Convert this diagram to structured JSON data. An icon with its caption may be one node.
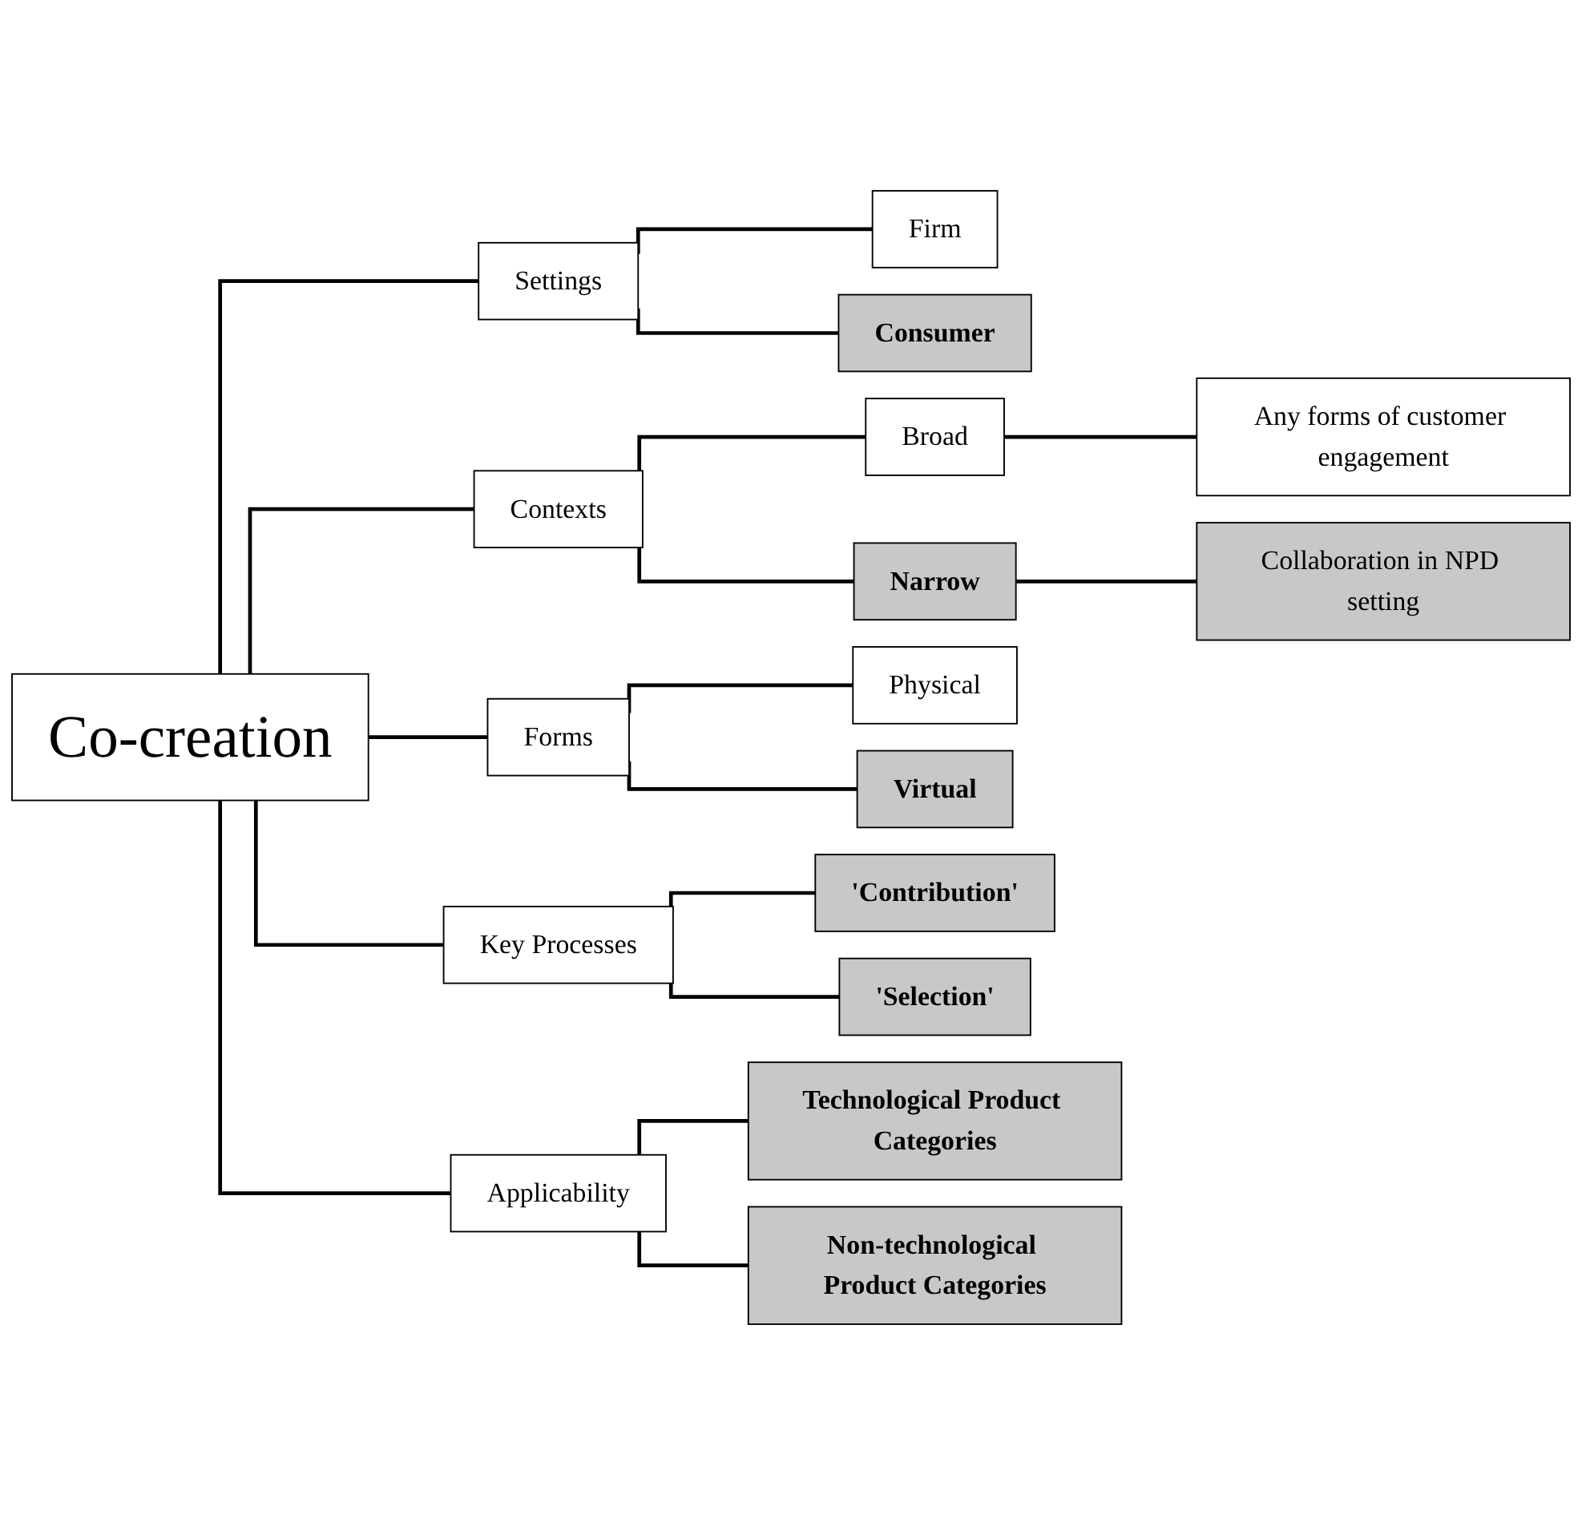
{
  "diagram": {
    "nodes": [
      {
        "text": [
          "Co-creation"
        ]
      },
      {
        "text": [
          "Settings"
        ]
      },
      {
        "text": [
          "Firm"
        ]
      },
      {
        "text": [
          "Consumer"
        ]
      },
      {
        "text": [
          "Contexts"
        ]
      },
      {
        "text": [
          "Broad"
        ]
      },
      {
        "text": [
          "Any forms of customer engagement"
        ]
      },
      {
        "text": [
          "Narrow"
        ]
      },
      {
        "text": [
          "Collaboration in NPD setting"
        ]
      },
      {
        "text": [
          "Forms"
        ]
      },
      {
        "text": [
          "Physical"
        ]
      },
      {
        "text": [
          "Virtual"
        ]
      },
      {
        "text": [
          "Key Processes"
        ]
      },
      {
        "text": [
          "'Contribution'"
        ]
      },
      {
        "text": [
          "'Selection'"
        ]
      },
      {
        "text": [
          "Applicability"
        ]
      },
      {
        "text": [
          "Technological Product Categories"
        ]
      },
      {
        "text": [
          "Non-technological Product Categories"
        ]
      }
    ],
    "edges": [
      {
        "from": 0,
        "to": 1,
        "arrow": "none"
      },
      {
        "from": 0,
        "to": 4,
        "arrow": "none"
      },
      {
        "from": 0,
        "to": 9,
        "arrow": "none"
      },
      {
        "from": 0,
        "to": 12,
        "arrow": "none"
      },
      {
        "from": 0,
        "to": 15,
        "arrow": "none"
      },
      {
        "from": 1,
        "to": 2,
        "arrow": "none"
      },
      {
        "from": 1,
        "to": 3,
        "arrow": "none"
      },
      {
        "from": 4,
        "to": 5,
        "arrow": "none"
      },
      {
        "from": 4,
        "to": 7,
        "arrow": "none"
      },
      {
        "from": 5,
        "to": 6,
        "arrow": "none"
      },
      {
        "from": 7,
        "to": 8,
        "arrow": "none"
      },
      {
        "from": 9,
        "to": 10,
        "arrow": "none"
      },
      {
        "from": 9,
        "to": 11,
        "arrow": "none"
      },
      {
        "from": 12,
        "to": 13,
        "arrow": "none"
      },
      {
        "from": 12,
        "to": 14,
        "arrow": "none"
      },
      {
        "from": 15,
        "to": 16,
        "arrow": "none"
      },
      {
        "from": 15,
        "to": 17,
        "arrow": "none"
      }
    ]
  }
}
